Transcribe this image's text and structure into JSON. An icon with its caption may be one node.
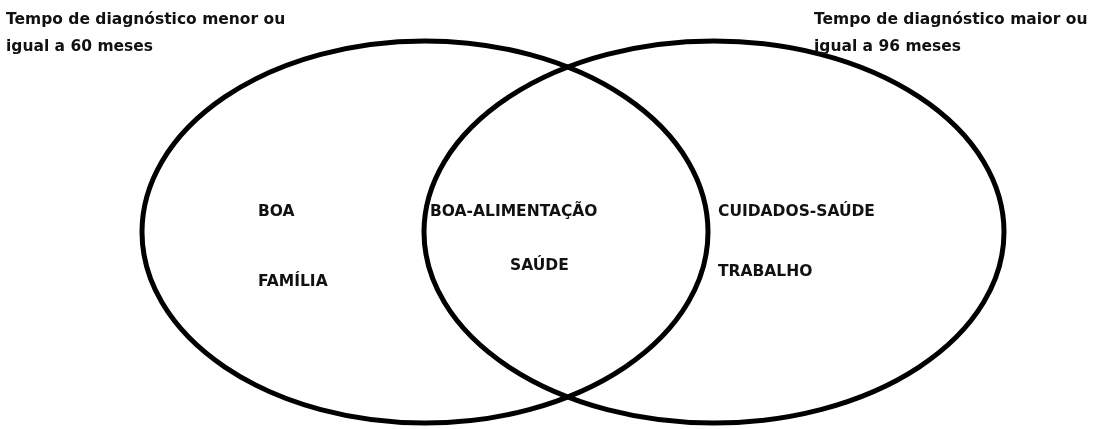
{
  "diagram": {
    "nodes": [
      {
        "text": [
          "Tempo de diagnóstico menor ou igual a 60 meses",
          "BOA",
          "FAMÍLIA"
        ]
      },
      {
        "text": [
          "Tempo de diagnóstico maior ou igual a 96 meses",
          "CUIDADOS-SAÚDE",
          "TRABALHO"
        ]
      }
    ],
    "labels": [
      "BOA-ALIMENTAÇÃO",
      "SAÚDE"
    ]
  }
}
